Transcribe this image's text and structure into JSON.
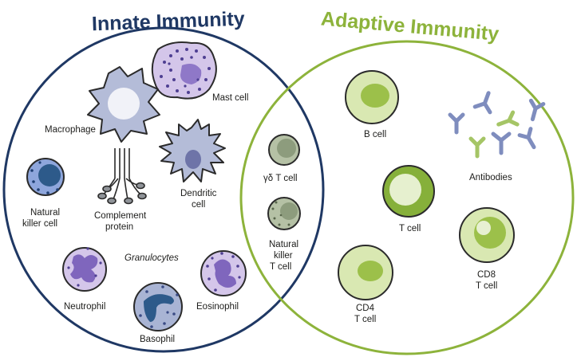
{
  "titles": {
    "innate": "Innate Immunity",
    "adaptive": "Adaptive Immunity"
  },
  "colors": {
    "innate_circle": "#1f3864",
    "adaptive_circle": "#8db33b",
    "cell_outline": "#2b2b2b",
    "innate_cell_fill": "#c9c9e8",
    "innate_granule": "#5a4a9c",
    "adaptive_cell_fill": "#d9e8b2",
    "adaptive_nucleus": "#9cc04a"
  },
  "innate_labels": {
    "mast_cell": "Mast cell",
    "macrophage": "Macrophage",
    "dendritic_l1": "Dendritic",
    "dendritic_l2": "cell",
    "nk_l1": "Natural",
    "nk_l2": "killer cell",
    "complement_l1": "Complement",
    "complement_l2": "protein",
    "granulocytes": "Granulocytes",
    "neutrophil": "Neutrophil",
    "basophil": "Basophil",
    "eosinophil": "Eosinophil"
  },
  "overlap_labels": {
    "gd_t_cell": "γδ T cell",
    "nkt_l1": "Natural",
    "nkt_l2": "killer",
    "nkt_l3": "T cell"
  },
  "adaptive_labels": {
    "b_cell": "B cell",
    "antibodies": "Antibodies",
    "t_cell": "T cell",
    "cd8_l1": "CD8",
    "cd8_l2": "T cell",
    "cd4_l1": "CD4",
    "cd4_l2": "T cell"
  }
}
